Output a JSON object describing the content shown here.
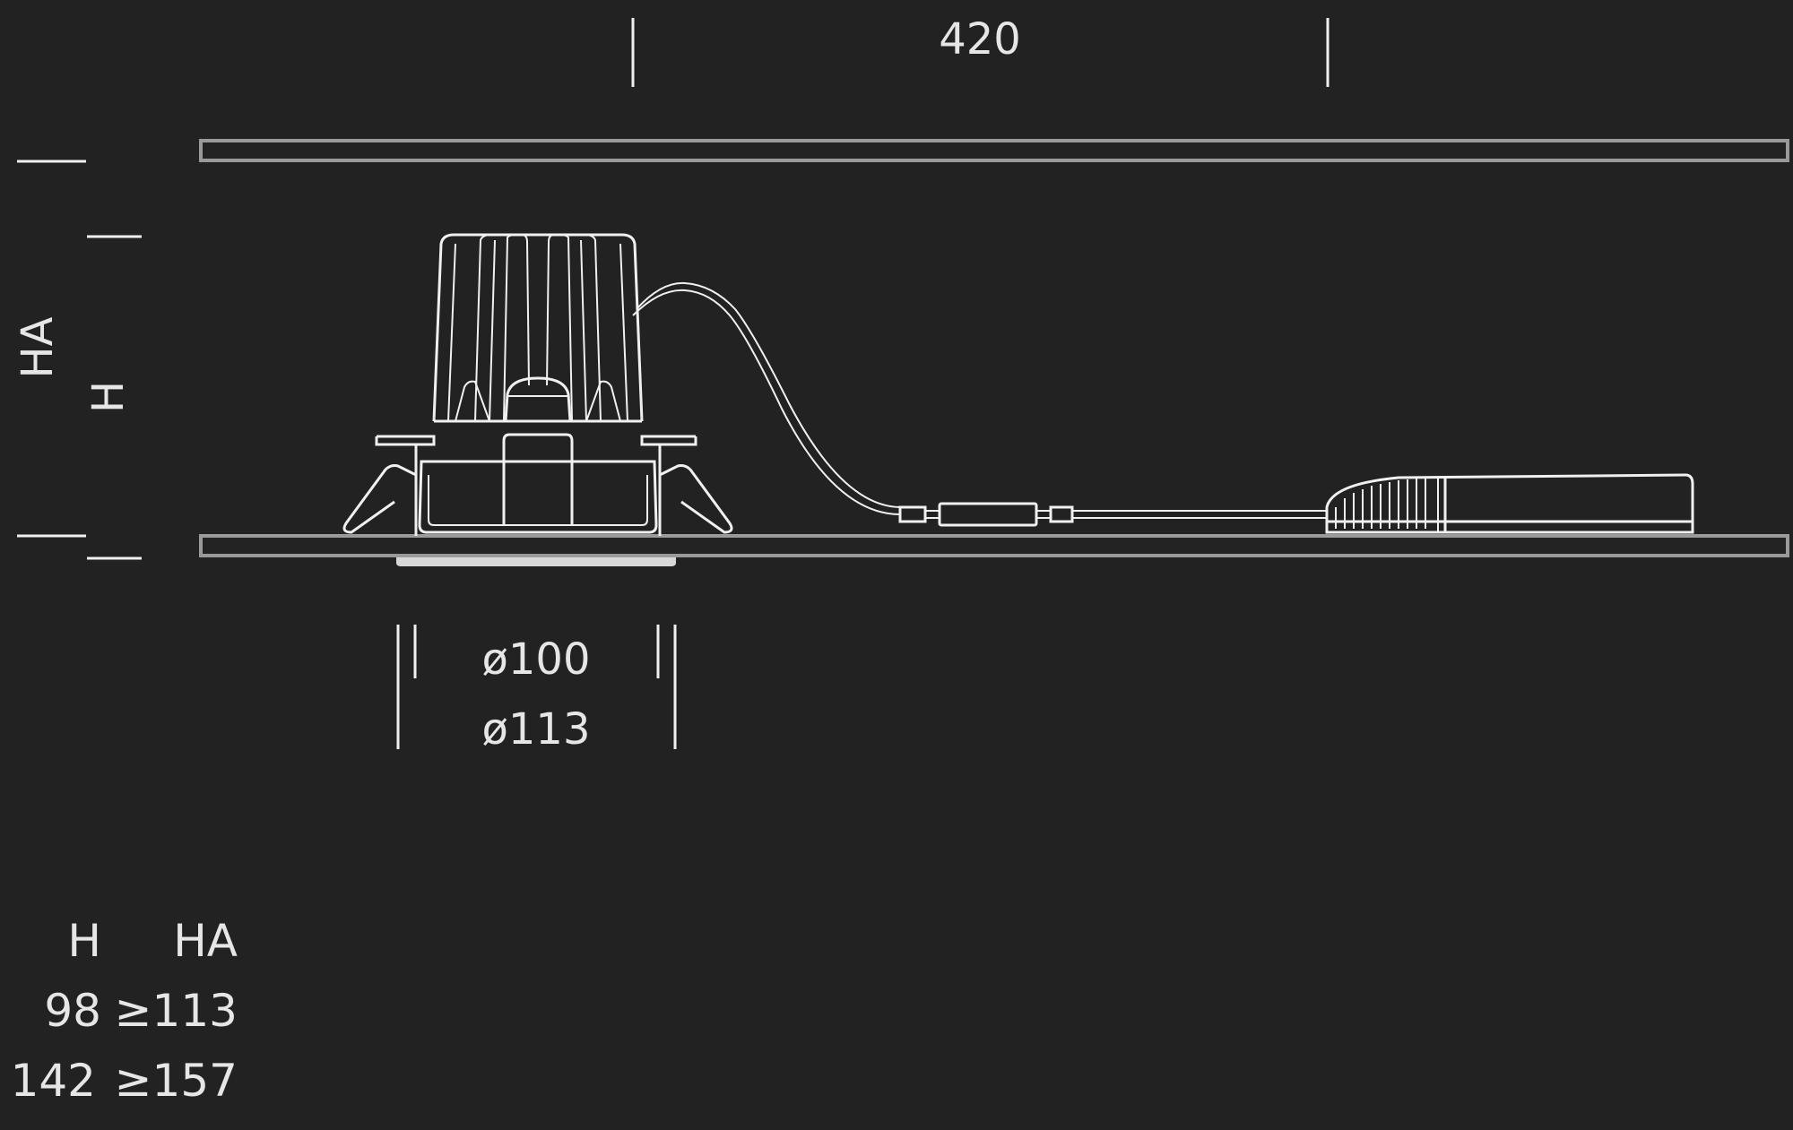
{
  "colors": {
    "background": "#222222",
    "line": "#f0f0f0",
    "ceiling": "#9a9a9a",
    "text": "#e6e6e6"
  },
  "dimensions": {
    "width_top": "420",
    "total_height_label": "HA",
    "body_height_label": "H",
    "diameter_inner": "ø100",
    "diameter_outer": "ø113"
  },
  "table": {
    "headers": [
      "H",
      "HA"
    ],
    "rows": [
      [
        "98",
        "≥113"
      ],
      [
        "142",
        "≥157"
      ]
    ]
  }
}
